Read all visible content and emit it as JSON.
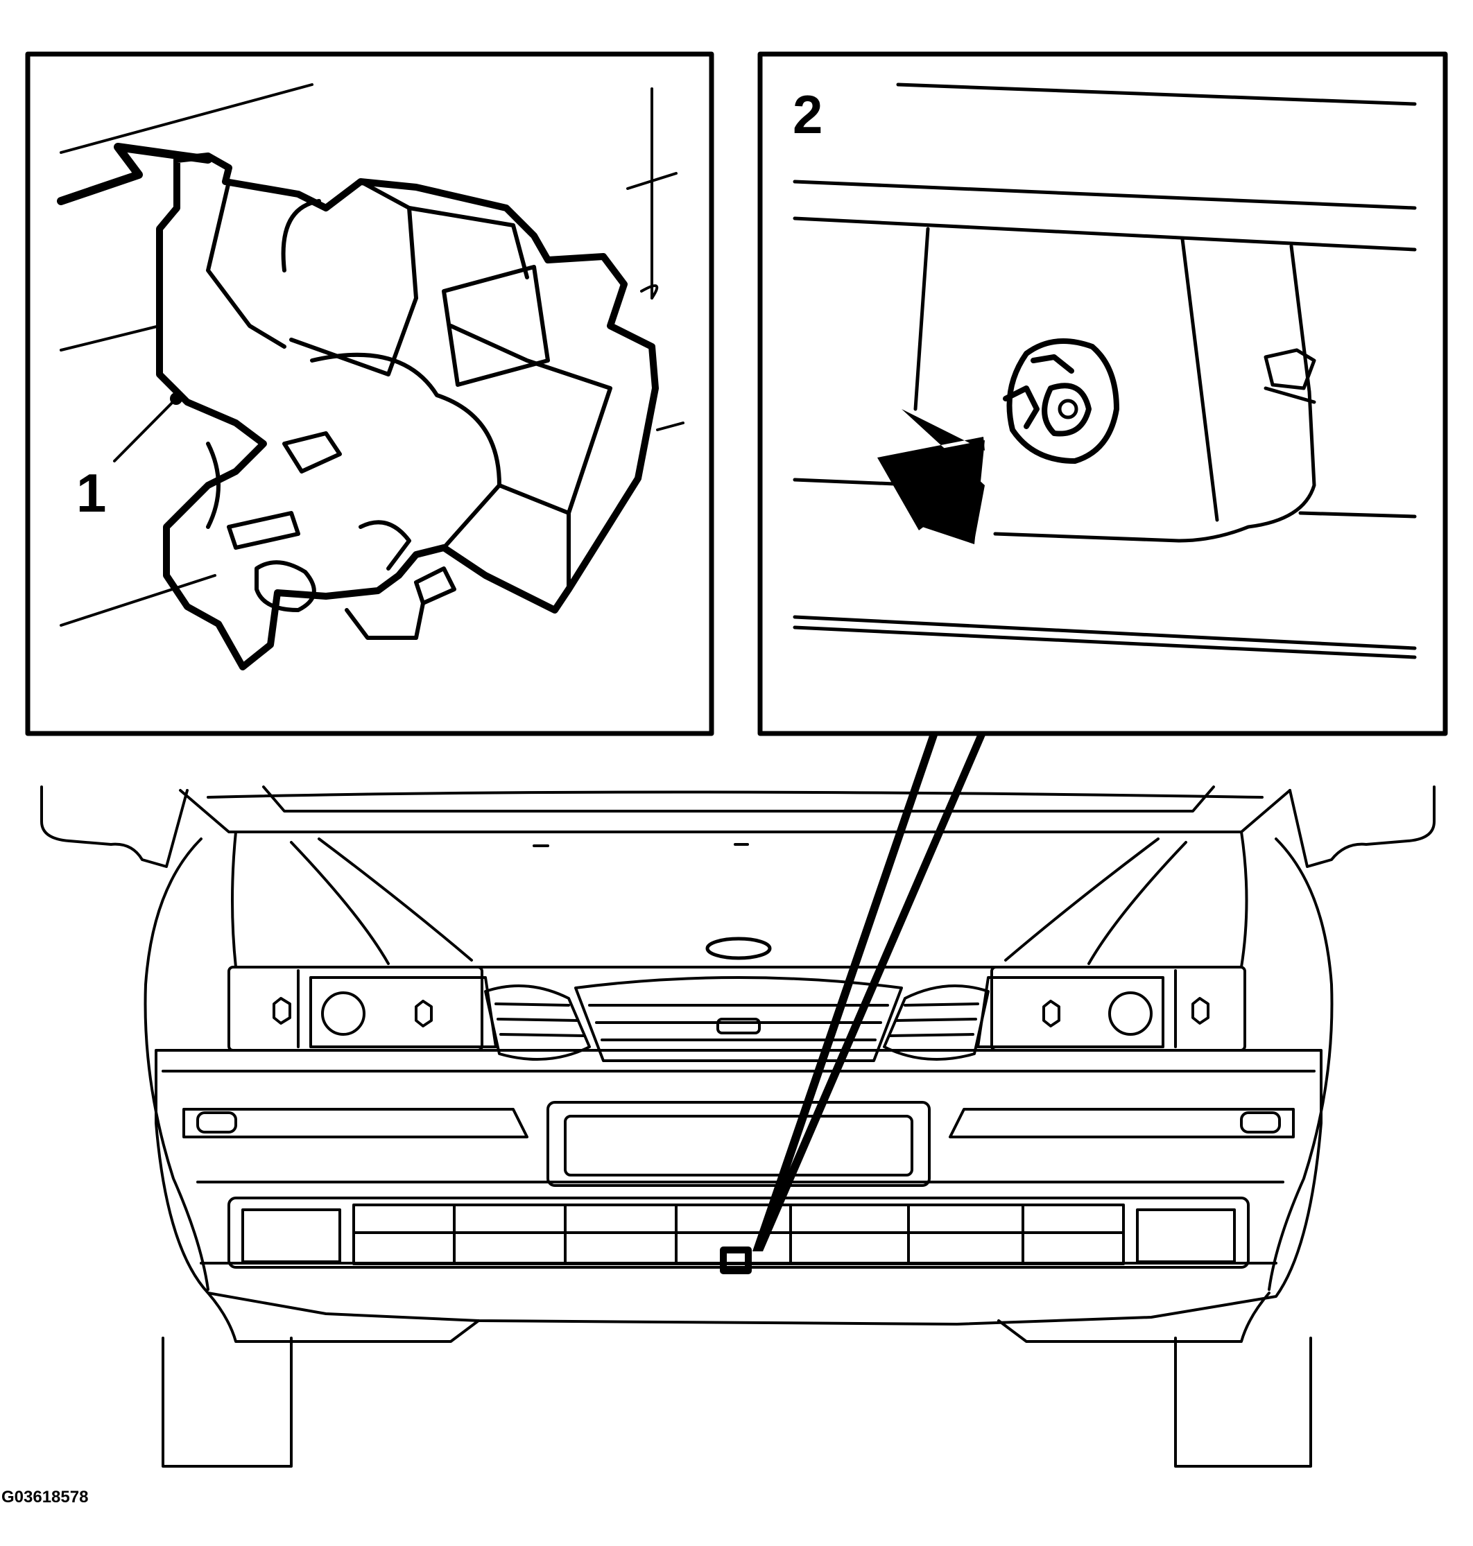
{
  "callouts": {
    "item_1": "1",
    "item_2": "2"
  },
  "figure_id": "G03618578",
  "colors": {
    "line": "#000000",
    "background": "#ffffff"
  }
}
